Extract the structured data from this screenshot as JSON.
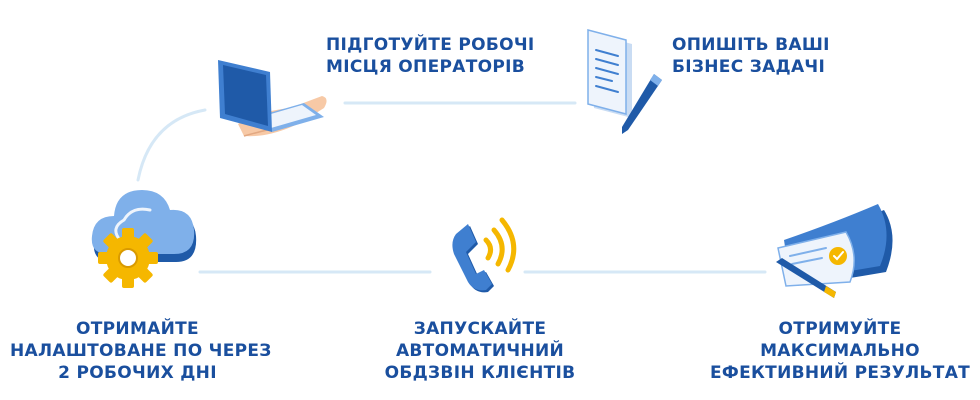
{
  "steps": [
    {
      "id": "laptop",
      "icon": "laptop-hand-icon",
      "lines": [
        "ПІДГОТУЙТЕ РОБОЧІ",
        "МІСЦЯ ОПЕРАТОРІВ"
      ]
    },
    {
      "id": "document",
      "icon": "document-pen-icon",
      "lines": [
        "ОПИШІТЬ ВАШІ",
        "БІЗНЕС ЗАДАЧІ"
      ]
    },
    {
      "id": "cloud",
      "icon": "cloud-gear-icon",
      "lines": [
        "ОТРИМАЙТЕ",
        "НАЛАШТОВАНЕ ПО ЧЕРЕЗ",
        "2 РОБОЧИХ ДНІ"
      ]
    },
    {
      "id": "phone",
      "icon": "phone-call-icon",
      "lines": [
        "ЗАПУСКАЙТЕ",
        "АВТОМАТИЧНИЙ",
        "ОБДЗВІН КЛІЄНТІВ"
      ]
    },
    {
      "id": "result",
      "icon": "result-document-icon",
      "lines": [
        "ОТРИМУЙТЕ",
        "МАКСИМАЛЬНО",
        "ЕФЕКТИВНИЙ РЕЗУЛЬТАТ"
      ]
    }
  ],
  "colors": {
    "label": "#1a4f9e",
    "connector": "#d6e8f6",
    "blue_dark": "#1f5aa8",
    "blue_mid": "#3f7fd0",
    "blue_light": "#7fb0ea",
    "paper": "#eef4fc",
    "skin": "#f7c9a6",
    "gold": "#f5b700"
  }
}
